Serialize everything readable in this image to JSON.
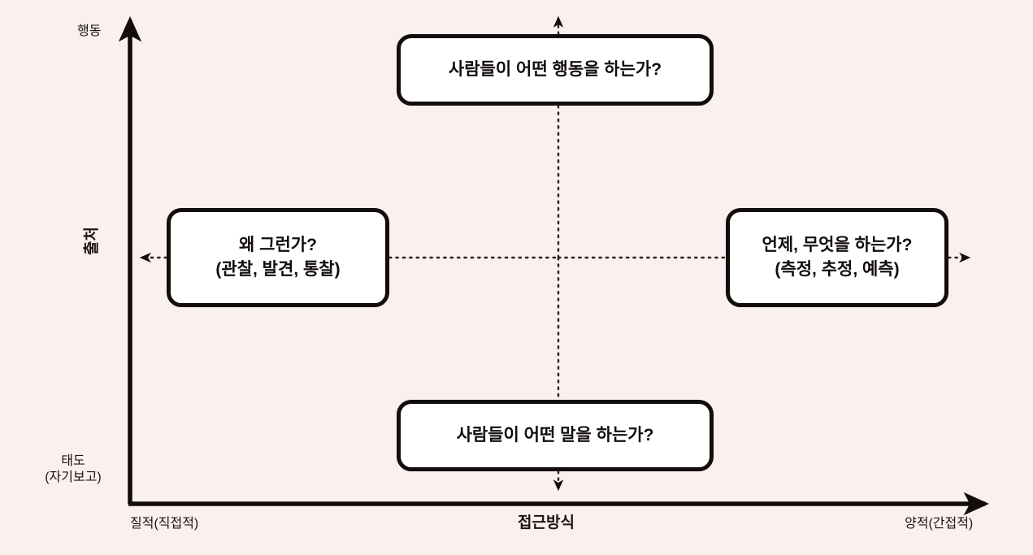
{
  "diagram": {
    "title_implicit": "",
    "background_color": "#faf0ed",
    "box_fill_color": "#ffffff",
    "line_color": "#120d0c"
  },
  "axes": {
    "y": {
      "name": "출처",
      "top_label": "행동",
      "bottom_label_line1": "태도",
      "bottom_label_line2": "(자기보고)"
    },
    "x": {
      "name": "접근방식",
      "left_label": "질적(직접적)",
      "right_label": "양적(간접적)"
    }
  },
  "boxes": {
    "top": {
      "line1": "사람들이 어떤 행동을 하는가?"
    },
    "left": {
      "line1": "왜 그런가?",
      "line2": "(관찰, 발견, 통찰)"
    },
    "right": {
      "line1": "언제, 무엇을 하는가?",
      "line2": "(측정, 추정, 예측)"
    },
    "bottom": {
      "line1": "사람들이 어떤 말을 하는가?"
    }
  },
  "connectors": {
    "up_arrow": "dotted-arrow-up",
    "down_arrow": "dotted-arrow-down",
    "left_arrow": "dotted-arrow-left",
    "right_arrow": "dotted-arrow-right"
  },
  "chart_data": {
    "type": "scatter",
    "title": "",
    "xlabel": "접근방식",
    "ylabel": "출처",
    "grid": false,
    "legend": "none",
    "x_axis_ticks": [
      "질적(직접적)",
      "양적(간접적)"
    ],
    "y_axis_ticks": [
      "태도\n(자기보고)",
      "행동"
    ],
    "quadrants": [
      {
        "position": "top",
        "x": "center",
        "y": "행동",
        "label": "사람들이 어떤 행동을 하는가?"
      },
      {
        "position": "left",
        "x": "질적(직접적)",
        "y": "center",
        "label": "왜 그런가? (관찰, 발견, 통찰)"
      },
      {
        "position": "right",
        "x": "양적(간접적)",
        "y": "center",
        "label": "언제, 무엇을 하는가? (측정, 추정, 예측)"
      },
      {
        "position": "bottom",
        "x": "center",
        "y": "태도(자기보고)",
        "label": "사람들이 어떤 말을 하는가?"
      }
    ]
  }
}
